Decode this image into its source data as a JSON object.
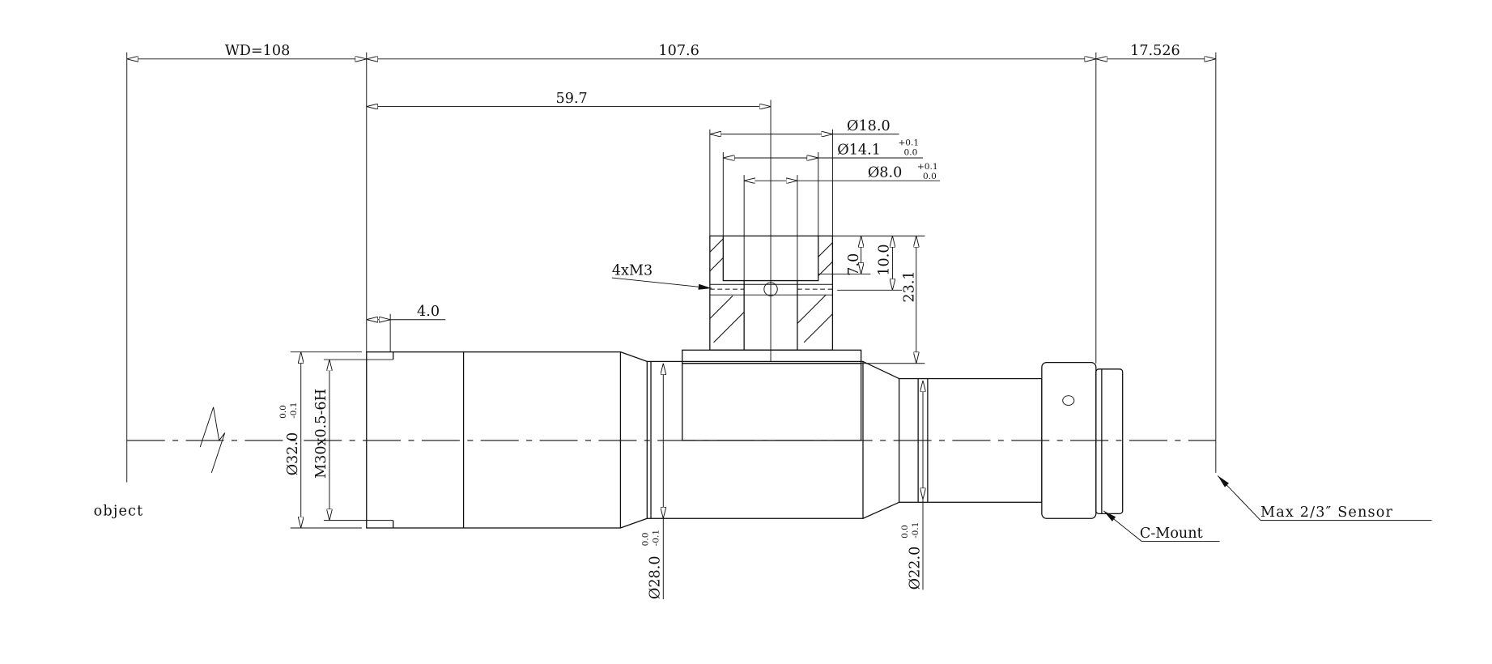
{
  "title": "Lens dimension drawing",
  "dimensions": {
    "working_distance": "WD=108",
    "total_length": "107.6",
    "back_focal": "17.526",
    "mount_position": "59.7",
    "front_offset": "4.0",
    "dia_18": "Ø18.0",
    "dia_14": "Ø14.1",
    "dia_14_tol_upper": "+0.1",
    "dia_14_tol_lower": "0.0",
    "dia_8": "Ø8.0",
    "dia_8_tol_upper": "+0.1",
    "dia_8_tol_lower": "0.0",
    "height_7": "7.0",
    "height_10": "10.0",
    "height_23": "23.1",
    "dia_32": "Ø32.0",
    "dia_32_tol_upper": "0.0",
    "dia_32_tol_lower": "-0.1",
    "thread": "M30x0.5-6H",
    "dia_28": "Ø28.0",
    "dia_28_tol_upper": "0.0",
    "dia_28_tol_lower": "-0.1",
    "dia_22": "Ø22.0",
    "dia_22_tol_upper": "0.0",
    "dia_22_tol_lower": "-0.1"
  },
  "labels": {
    "screws": "4xM3",
    "object": "object",
    "sensor": "Max 2/3″ Sensor",
    "mount": "C-Mount"
  }
}
